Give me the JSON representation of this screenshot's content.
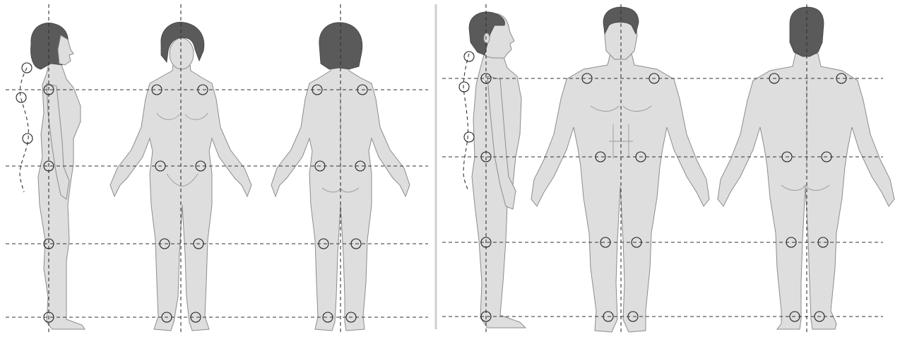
{
  "colors": {
    "body_fill": "#dedede",
    "outline": "#8c8c8c",
    "hair": "#5a5a5a",
    "guide": "#333333",
    "marker": "#222222",
    "divider": "#cfcfcf"
  },
  "panels": [
    {
      "name": "female-panel",
      "views": [
        "side",
        "front",
        "back"
      ]
    },
    {
      "name": "male-panel",
      "views": [
        "side",
        "front",
        "back"
      ]
    }
  ],
  "marker_icon": "circle-joint-marker"
}
